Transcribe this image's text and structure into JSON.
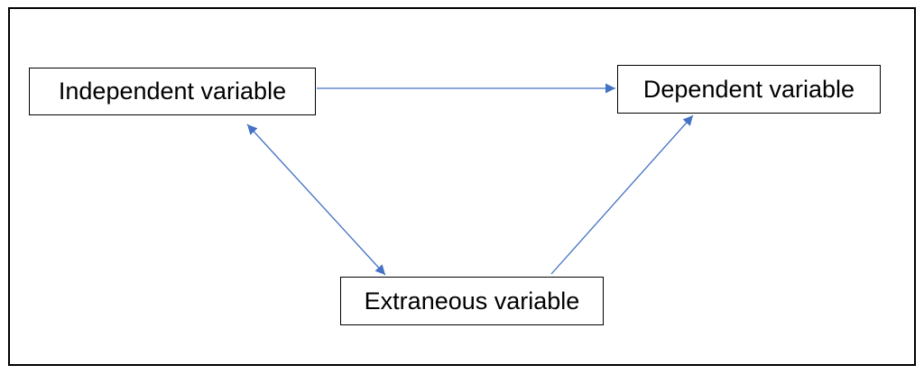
{
  "diagram": {
    "nodes": [
      {
        "id": "independent",
        "label": "Independent variable"
      },
      {
        "id": "dependent",
        "label": "Dependent variable"
      },
      {
        "id": "extraneous",
        "label": "Extraneous variable"
      }
    ],
    "edges": [
      {
        "from": "independent",
        "to": "dependent",
        "direction": "one-way"
      },
      {
        "from": "independent",
        "to": "extraneous",
        "direction": "two-way"
      },
      {
        "from": "extraneous",
        "to": "dependent",
        "direction": "one-way"
      }
    ],
    "colors": {
      "arrow": "#4472C4",
      "border": "#000000",
      "background": "#ffffff"
    }
  }
}
